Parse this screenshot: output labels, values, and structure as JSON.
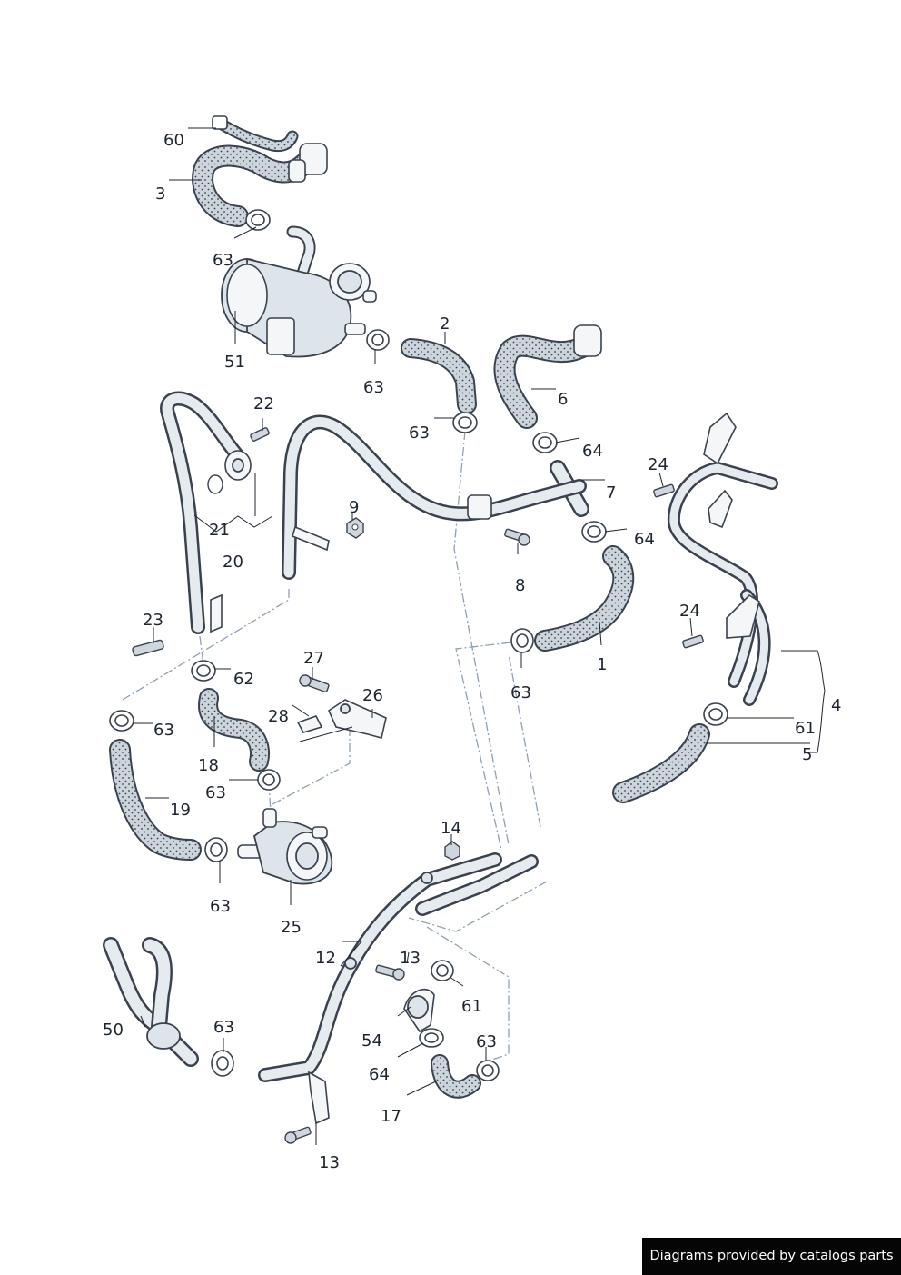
{
  "diagram": {
    "callouts": [
      {
        "label": "60"
      },
      {
        "label": "3"
      },
      {
        "label": "63"
      },
      {
        "label": "51"
      },
      {
        "label": "2"
      },
      {
        "label": "63"
      },
      {
        "label": "63"
      },
      {
        "label": "6"
      },
      {
        "label": "64"
      },
      {
        "label": "7"
      },
      {
        "label": "64"
      },
      {
        "label": "22"
      },
      {
        "label": "21"
      },
      {
        "label": "20"
      },
      {
        "label": "9"
      },
      {
        "label": "8"
      },
      {
        "label": "24"
      },
      {
        "label": "24"
      },
      {
        "label": "1"
      },
      {
        "label": "63"
      },
      {
        "label": "4"
      },
      {
        "label": "61"
      },
      {
        "label": "5"
      },
      {
        "label": "23"
      },
      {
        "label": "62"
      },
      {
        "label": "27"
      },
      {
        "label": "26"
      },
      {
        "label": "28"
      },
      {
        "label": "63"
      },
      {
        "label": "18"
      },
      {
        "label": "63"
      },
      {
        "label": "19"
      },
      {
        "label": "63"
      },
      {
        "label": "25"
      },
      {
        "label": "14"
      },
      {
        "label": "12"
      },
      {
        "label": "13"
      },
      {
        "label": "61"
      },
      {
        "label": "50"
      },
      {
        "label": "63"
      },
      {
        "label": "54"
      },
      {
        "label": "63"
      },
      {
        "label": "64"
      },
      {
        "label": "17"
      },
      {
        "label": "13"
      }
    ]
  },
  "footer": {
    "text": "Diagrams provided by catalogs parts",
    "background": "#050505",
    "color": "#ffffff"
  },
  "colors": {
    "line": "#39424e",
    "hose_fill": "#ccd4dc",
    "dash_line": "#8ea0b6",
    "label": "#1d2530"
  }
}
